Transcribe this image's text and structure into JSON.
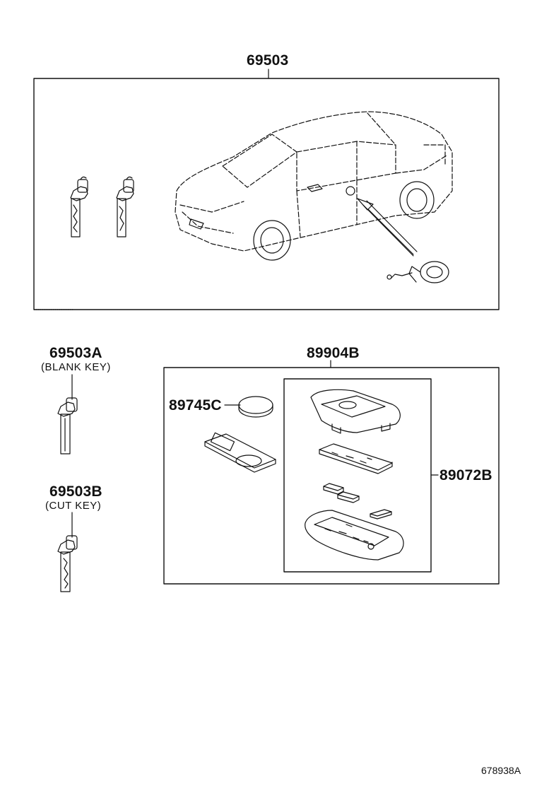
{
  "parts": {
    "key_set": {
      "number": "69503"
    },
    "blank_key": {
      "number": "69503A",
      "note": "(BLANK KEY)"
    },
    "cut_key": {
      "number": "69503B",
      "note": "(CUT KEY)"
    },
    "transmitter_housing": {
      "number": "89904B"
    },
    "battery": {
      "number": "89745C"
    },
    "transmitter_subassy": {
      "number": "89072B"
    }
  },
  "illustration_ref": "678938A"
}
